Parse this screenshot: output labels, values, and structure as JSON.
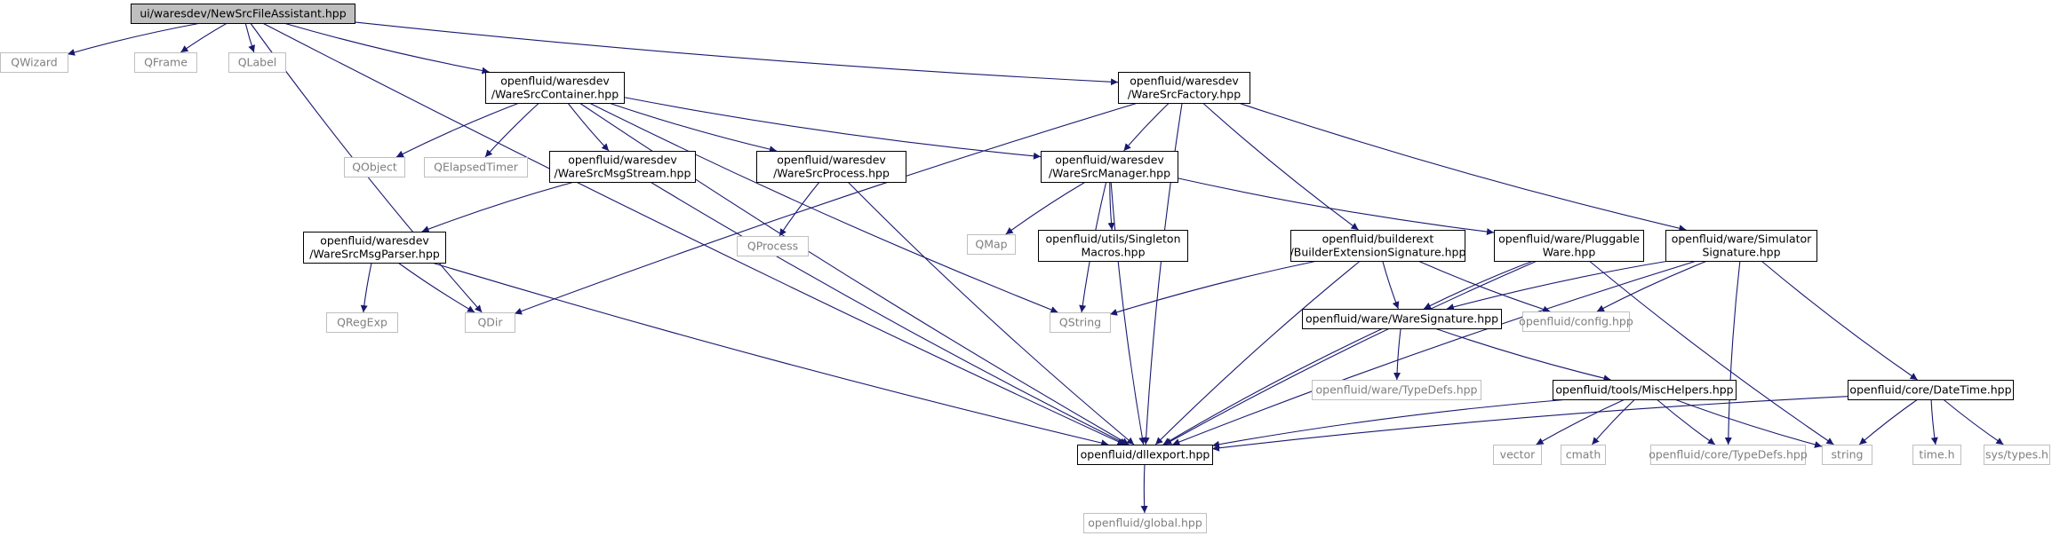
{
  "colors": {
    "edge": "#191970",
    "node_border": "#000000",
    "ext_border": "#bfbfbf",
    "ext_text": "#7f7f7f",
    "root_fill": "#bfbfbf",
    "node_fill": "#ffffff",
    "text": "#000000"
  },
  "nodes": {
    "root": {
      "lines": [
        "ui/waresdev/NewSrcFileAssistant.hpp"
      ],
      "kind": "root"
    },
    "qwizard": {
      "lines": [
        "QWizard"
      ],
      "kind": "ext"
    },
    "qframe": {
      "lines": [
        "QFrame"
      ],
      "kind": "ext"
    },
    "qlabel": {
      "lines": [
        "QLabel"
      ],
      "kind": "ext"
    },
    "container": {
      "lines": [
        "openfluid/waresdev",
        "/WareSrcContainer.hpp"
      ],
      "kind": "int"
    },
    "factory": {
      "lines": [
        "openfluid/waresdev",
        "/WareSrcFactory.hpp"
      ],
      "kind": "int"
    },
    "qobject": {
      "lines": [
        "QObject"
      ],
      "kind": "ext"
    },
    "qelapsed": {
      "lines": [
        "QElapsedTimer"
      ],
      "kind": "ext"
    },
    "msgstream": {
      "lines": [
        "openfluid/waresdev",
        "/WareSrcMsgStream.hpp"
      ],
      "kind": "int"
    },
    "process": {
      "lines": [
        "openfluid/waresdev",
        "/WareSrcProcess.hpp"
      ],
      "kind": "int"
    },
    "manager": {
      "lines": [
        "openfluid/waresdev",
        "/WareSrcManager.hpp"
      ],
      "kind": "int"
    },
    "qprocess": {
      "lines": [
        "QProcess"
      ],
      "kind": "ext"
    },
    "qmap": {
      "lines": [
        "QMap"
      ],
      "kind": "ext"
    },
    "singleton": {
      "lines": [
        "openfluid/utils/Singleton",
        "Macros.hpp"
      ],
      "kind": "int"
    },
    "msgparser": {
      "lines": [
        "openfluid/waresdev",
        "/WareSrcMsgParser.hpp"
      ],
      "kind": "int"
    },
    "qregexp": {
      "lines": [
        "QRegExp"
      ],
      "kind": "ext"
    },
    "qdir": {
      "lines": [
        "QDir"
      ],
      "kind": "ext"
    },
    "qstring": {
      "lines": [
        "QString"
      ],
      "kind": "ext"
    },
    "builderext": {
      "lines": [
        "openfluid/builderext",
        "/BuilderExtensionSignature.hpp"
      ],
      "kind": "int"
    },
    "pluggable": {
      "lines": [
        "openfluid/ware/Pluggable",
        "Ware.hpp"
      ],
      "kind": "int"
    },
    "simsig": {
      "lines": [
        "openfluid/ware/Simulator",
        "Signature.hpp"
      ],
      "kind": "int"
    },
    "config": {
      "lines": [
        "openfluid/config.hpp"
      ],
      "kind": "ext"
    },
    "waresig": {
      "lines": [
        "openfluid/ware/WareSignature.hpp"
      ],
      "kind": "int"
    },
    "waretypedefs": {
      "lines": [
        "openfluid/ware/TypeDefs.hpp"
      ],
      "kind": "ext"
    },
    "mischelpers": {
      "lines": [
        "openfluid/tools/MiscHelpers.hpp"
      ],
      "kind": "int"
    },
    "datetime": {
      "lines": [
        "openfluid/core/DateTime.hpp"
      ],
      "kind": "int"
    },
    "dllexport": {
      "lines": [
        "openfluid/dllexport.hpp"
      ],
      "kind": "int"
    },
    "vector": {
      "lines": [
        "vector"
      ],
      "kind": "ext"
    },
    "cmath": {
      "lines": [
        "cmath"
      ],
      "kind": "ext"
    },
    "coretypedefs": {
      "lines": [
        "openfluid/core/TypeDefs.hpp"
      ],
      "kind": "ext"
    },
    "string": {
      "lines": [
        "string"
      ],
      "kind": "ext"
    },
    "timeh": {
      "lines": [
        "time.h"
      ],
      "kind": "ext"
    },
    "systypes": {
      "lines": [
        "sys/types.h"
      ],
      "kind": "ext"
    },
    "global": {
      "lines": [
        "openfluid/global.hpp"
      ],
      "kind": "ext"
    }
  },
  "edges": [
    [
      "root",
      "qwizard"
    ],
    [
      "root",
      "qframe"
    ],
    [
      "root",
      "qlabel"
    ],
    [
      "root",
      "container"
    ],
    [
      "root",
      "factory"
    ],
    [
      "root",
      "qdir"
    ],
    [
      "root",
      "dllexport"
    ],
    [
      "container",
      "qobject"
    ],
    [
      "container",
      "qelapsed"
    ],
    [
      "container",
      "msgstream"
    ],
    [
      "container",
      "process"
    ],
    [
      "container",
      "manager"
    ],
    [
      "container",
      "qstring"
    ],
    [
      "container",
      "dllexport"
    ],
    [
      "factory",
      "manager"
    ],
    [
      "factory",
      "qdir"
    ],
    [
      "factory",
      "builderext"
    ],
    [
      "factory",
      "simsig"
    ],
    [
      "factory",
      "dllexport"
    ],
    [
      "msgstream",
      "msgparser"
    ],
    [
      "msgstream",
      "dllexport"
    ],
    [
      "process",
      "qprocess"
    ],
    [
      "process",
      "dllexport"
    ],
    [
      "manager",
      "qmap"
    ],
    [
      "manager",
      "singleton"
    ],
    [
      "manager",
      "qstring"
    ],
    [
      "manager",
      "pluggable"
    ],
    [
      "manager",
      "dllexport"
    ],
    [
      "msgparser",
      "qregexp"
    ],
    [
      "msgparser",
      "qdir"
    ],
    [
      "msgparser",
      "dllexport"
    ],
    [
      "builderext",
      "qstring"
    ],
    [
      "builderext",
      "waresig"
    ],
    [
      "builderext",
      "config"
    ],
    [
      "builderext",
      "dllexport"
    ],
    [
      "pluggable",
      "waresig"
    ],
    [
      "pluggable",
      "dllexport"
    ],
    [
      "pluggable",
      "string"
    ],
    [
      "simsig",
      "waresig"
    ],
    [
      "simsig",
      "config"
    ],
    [
      "simsig",
      "datetime"
    ],
    [
      "simsig",
      "coretypedefs"
    ],
    [
      "simsig",
      "dllexport"
    ],
    [
      "waresig",
      "waretypedefs"
    ],
    [
      "waresig",
      "mischelpers"
    ],
    [
      "waresig",
      "dllexport"
    ],
    [
      "mischelpers",
      "vector"
    ],
    [
      "mischelpers",
      "cmath"
    ],
    [
      "mischelpers",
      "coretypedefs"
    ],
    [
      "mischelpers",
      "string"
    ],
    [
      "mischelpers",
      "dllexport"
    ],
    [
      "datetime",
      "dllexport"
    ],
    [
      "datetime",
      "string"
    ],
    [
      "datetime",
      "timeh"
    ],
    [
      "datetime",
      "systypes"
    ],
    [
      "dllexport",
      "global"
    ]
  ]
}
